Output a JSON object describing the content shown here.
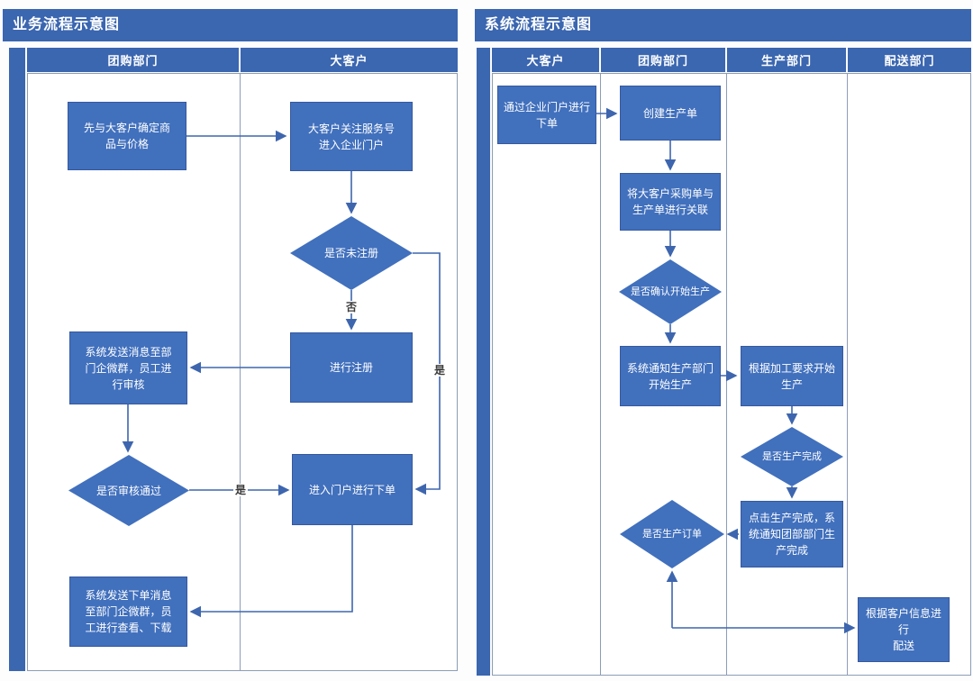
{
  "colors": {
    "panel_blue": "#3b66b0",
    "box_fill": "#4170bd",
    "box_border": "#35589e",
    "connector": "#3e66ae",
    "lane_border": "#8d9db6"
  },
  "left_panel": {
    "title": "业务流程示意图",
    "lanes": [
      "团购部门",
      "大客户"
    ],
    "nodes": {
      "confirm": "先与大客户确定商\n品与价格",
      "follow_portal": "大客户关注服务号\n进入企业门户",
      "unregistered_q": "是否未注册",
      "register": "进行注册",
      "notify_review": "系统发送消息至部\n门企微群，员工进\n行审核",
      "review_q": "是否审核通过",
      "portal_order": "进入门户进行下单",
      "notify_order": "系统发送下单消息\n至部门企微群，员\n工进行查看、下载"
    },
    "edge_labels": {
      "no": "否",
      "yes_skip": "是",
      "yes_pass": "是"
    }
  },
  "right_panel": {
    "title": "系统流程示意图",
    "lanes": [
      "大客户",
      "团购部门",
      "生产部门",
      "配送部门"
    ],
    "nodes": {
      "place_order": "通过企业门户进行\n下单",
      "create_prod_order": "创建生产单",
      "link_orders": "将大客户采购单与\n生产单进行关联",
      "confirm_start_q": "是否确认开始生产",
      "notify_prod": "系统通知生产部门\n开始生产",
      "start_prod": "根据加工要求开始\n生产",
      "prod_done_q": "是否生产完成",
      "click_done": "点击生产完成，系\n统通知团部部门生\n产完成",
      "prod_order_q": "是否生产订单",
      "deliver": "根据客户信息进行\n配送"
    }
  }
}
